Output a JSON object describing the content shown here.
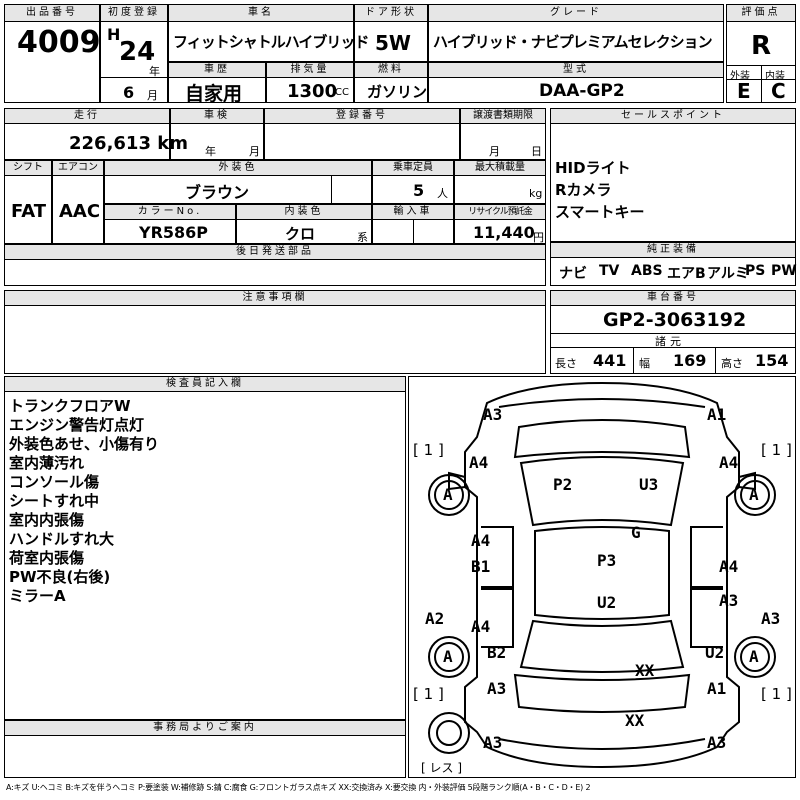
{
  "header": {
    "lot_label": "出品番号",
    "lot_no": "4009",
    "first_reg_label": "初度登録",
    "era": "H",
    "year": "24",
    "year_unit": "年",
    "month": "6",
    "month_unit": "月",
    "car_name_label": "車名",
    "car_name": "フィットシャトルハイブリッド",
    "doors_label": "ドア形状",
    "doors": "5W",
    "grade_label": "グレード",
    "grade": "ハイブリッド・ナビプレミアムセレクション",
    "score_label": "評価点",
    "score": "R",
    "history_label": "車歴",
    "history": "自家用",
    "displacement_label": "排気量",
    "displacement": "1300",
    "displacement_unit": "CC",
    "fuel_label": "燃料",
    "fuel": "ガソリン",
    "model_label": "型式",
    "model": "DAA-GP2",
    "ext_label": "外装",
    "ext_score": "E",
    "int_label": "内装",
    "int_score": "C"
  },
  "mid": {
    "mileage_label": "走行",
    "mileage": "226,613 km",
    "inspection_label": "車検",
    "insp_year_unit": "年",
    "insp_month_unit": "月",
    "reg_label": "登録番号",
    "transfer_label": "譲渡書類期限",
    "tr_month_unit": "月",
    "tr_day_unit": "日",
    "shift_label": "シフト",
    "shift": "FAT",
    "ac_label": "エアコン",
    "ac": "AAC",
    "color_label": "外装色",
    "color": "ブラウン",
    "capacity_label": "乗車定員",
    "capacity": "5",
    "capacity_unit": "人",
    "load_label": "最大積載量",
    "load_unit": "kg",
    "color_no_label": "カラーNo.",
    "color_no": "YR586P",
    "interior_label": "内装色",
    "interior": "クロ",
    "interior_unit": "系",
    "import_label": "輸入車",
    "recycle_label": "リサイクル預託金",
    "recycle": "11,440",
    "recycle_unit": "円",
    "later_parts_label": "後日発送部品"
  },
  "sales_points": {
    "label": "セールスポイント",
    "items": [
      "HIDライト",
      "Rカメラ",
      "スマートキー"
    ]
  },
  "equipment": {
    "label": "純正装備",
    "items": [
      "ナビ",
      "TV",
      "ABS",
      "エアB",
      "アルミ",
      "PS",
      "PW"
    ]
  },
  "notes": {
    "label": "注意事項欄"
  },
  "chassis": {
    "label": "車台番号",
    "number": "GP2-3063192",
    "dims_label": "諸元",
    "length_label": "長さ",
    "length": "441",
    "width_label": "幅",
    "width": "169",
    "height_label": "高さ",
    "height": "154"
  },
  "inspector": {
    "label": "検査員記入欄",
    "lines": [
      "トランクフロアW",
      "エンジン警告灯点灯",
      "外装色あせ、小傷有り",
      "室内薄汚れ",
      "コンソール傷",
      "シートすれ中",
      "室内内張傷",
      "ハンドルすれ大",
      "荷室内張傷",
      "PW不良(右後)",
      "ミラーA"
    ]
  },
  "office": {
    "label": "事務局よりご案内"
  },
  "diagram": {
    "marks": [
      "A3",
      "A1",
      "A4",
      "A4",
      "P2",
      "U3",
      "G",
      "A4",
      "B1",
      "P3",
      "A4",
      "A3",
      "U2",
      "A2",
      "A3",
      "A4",
      "B2",
      "U2",
      "XX",
      "A3",
      "A1",
      "XX",
      "A3",
      "A3"
    ],
    "tire_a": "A",
    "one": "1",
    "less": "レス"
  },
  "legend": "A:キズ U:ヘコミ B:キズを伴うヘコミ P:要塗装 W:補修跡 S:錆 C:腐食 G:フロントガラス点キズ XX:交換済み X:要交換 内・外装評価 5段階ランク順(A・B・C・D・E) 2"
}
